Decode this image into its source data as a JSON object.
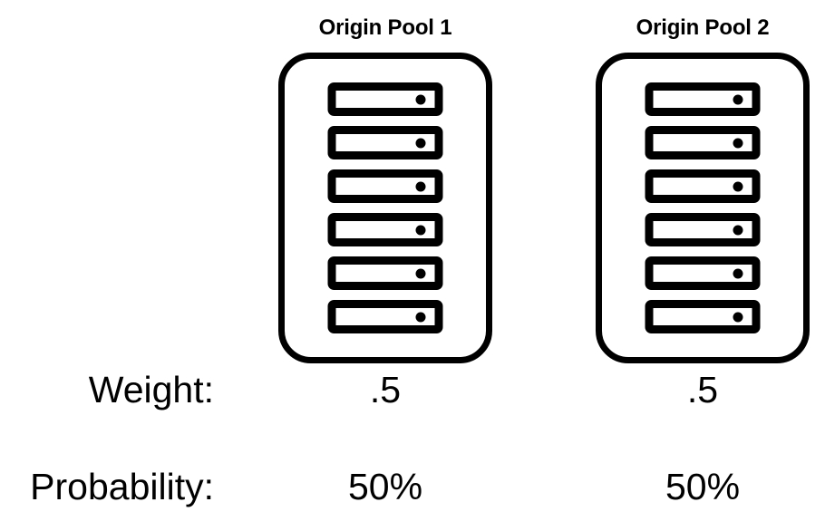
{
  "diagram": {
    "background_color": "#ffffff",
    "stroke_color": "#000000",
    "pools": [
      {
        "title": "Origin Pool 1",
        "server_count": 6,
        "weight": ".5",
        "probability": "50%"
      },
      {
        "title": "Origin Pool 2",
        "server_count": 6,
        "weight": ".5",
        "probability": "50%"
      }
    ],
    "metrics": [
      {
        "label": "Weight:",
        "values": [
          ".5",
          ".5"
        ]
      },
      {
        "label": "Probability:",
        "values": [
          "50%",
          "50%"
        ]
      }
    ],
    "icons": {
      "server": "server-icon",
      "server_led": "status-led-icon"
    }
  }
}
